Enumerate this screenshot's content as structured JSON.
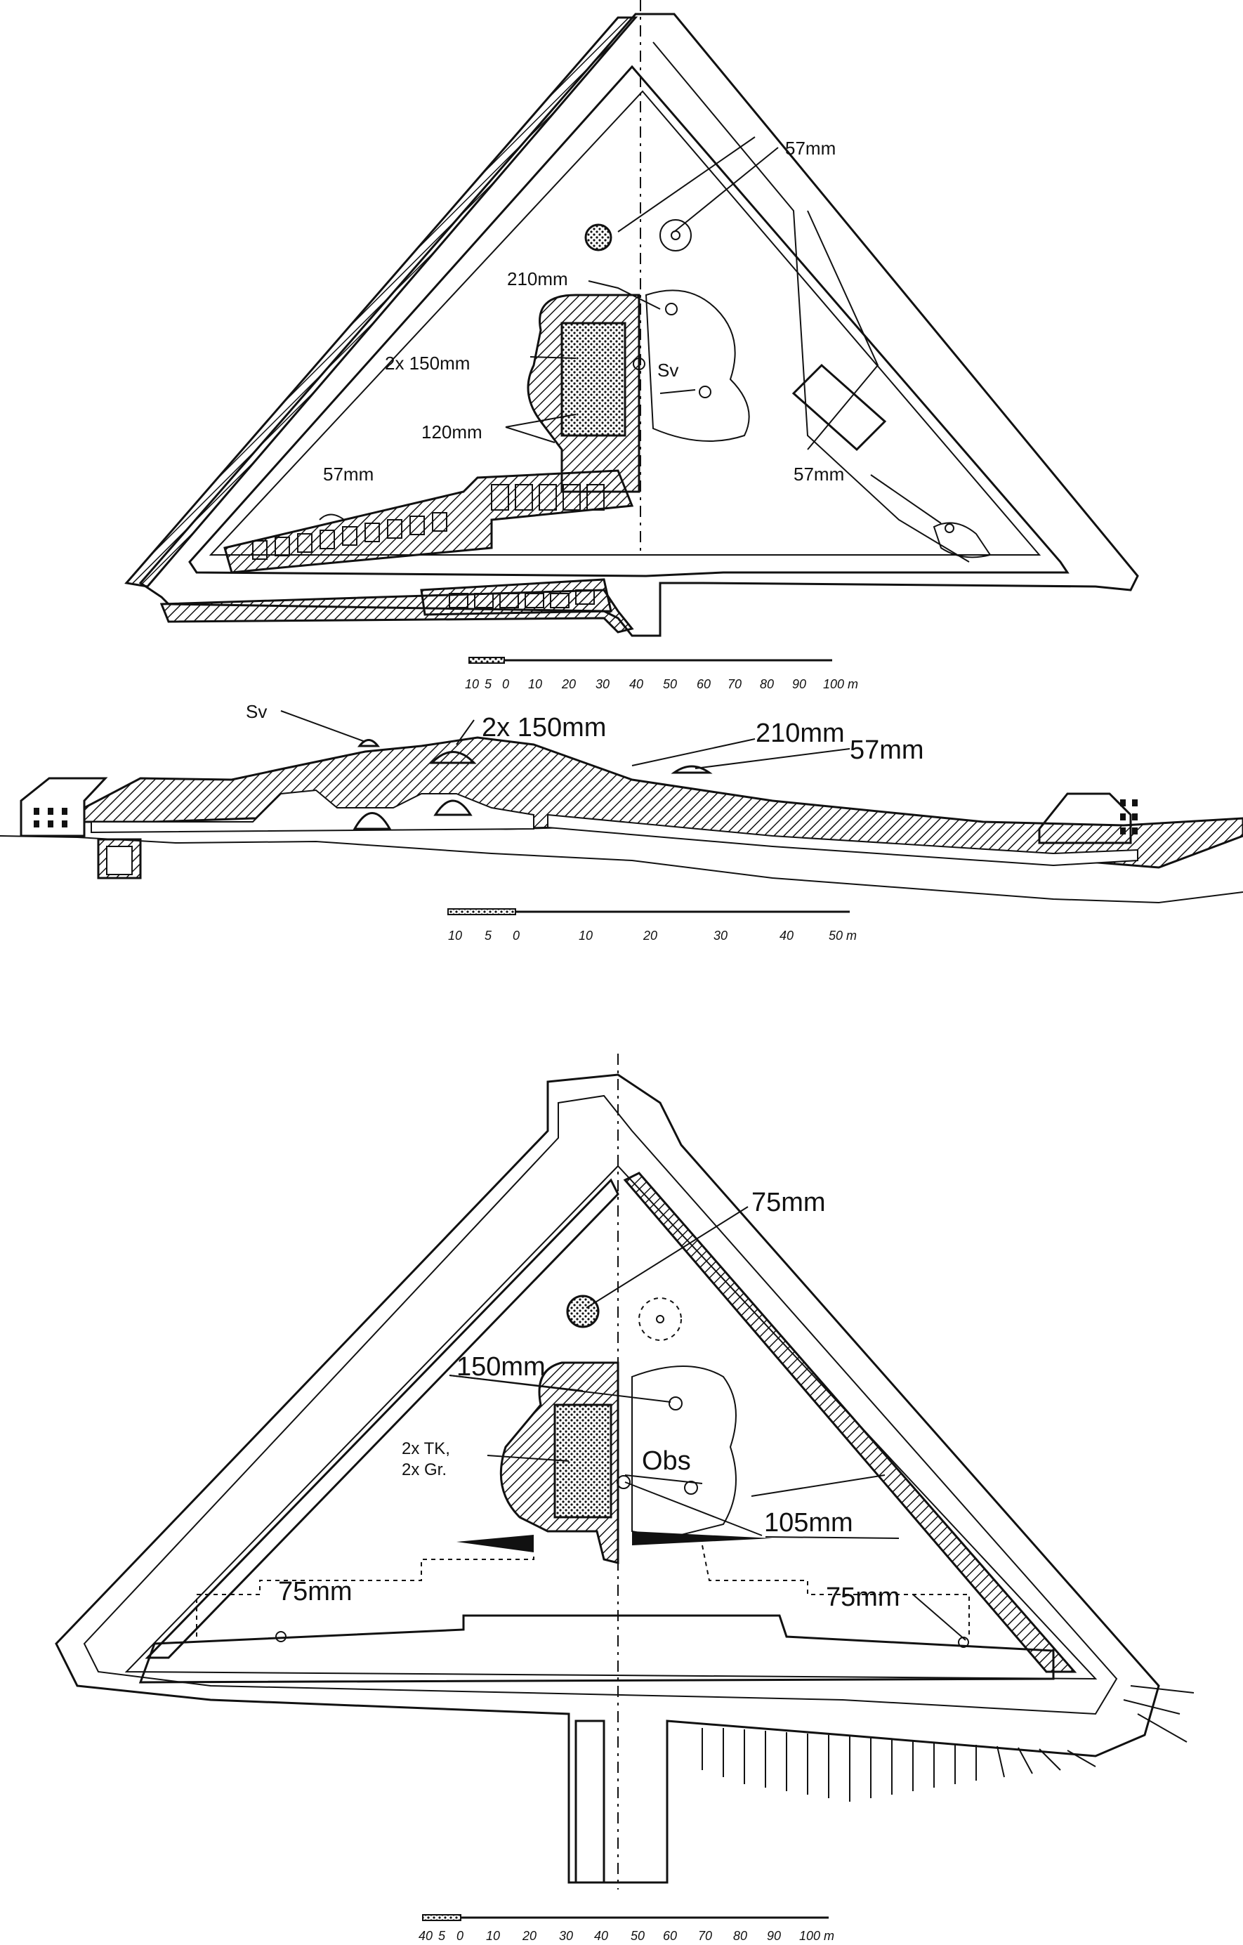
{
  "plan_top": {
    "labels": {
      "gun_57_a": "57mm",
      "gun_210": "210mm",
      "gun_2x150": "2x 150mm",
      "sv": "Sv",
      "gun_120": "120mm",
      "gun_57_b": "57mm",
      "gun_57_c": "57mm"
    },
    "scale_ticks": [
      "10",
      "5",
      "0",
      "10",
      "20",
      "30",
      "40",
      "50",
      "60",
      "70",
      "80",
      "90",
      "100 m"
    ]
  },
  "section": {
    "labels": {
      "sv": "Sv",
      "gun_2x150": "2x 150mm",
      "gun_210": "210mm",
      "gun_57": "57mm"
    },
    "scale_ticks": [
      "10",
      "5",
      "0",
      "10",
      "20",
      "30",
      "40",
      "50 m"
    ]
  },
  "plan_bottom": {
    "labels": {
      "gun_75_top": "75mm",
      "gun_150": "150mm",
      "tk": "2x TK,",
      "gr": "2x Gr.",
      "obs": "Obs",
      "gun_105": "105mm",
      "gun_75_left": "75mm",
      "gun_75_right": "75mm"
    },
    "scale_ticks": [
      "40",
      "5",
      "0",
      "10",
      "20",
      "30",
      "40",
      "50",
      "60",
      "70",
      "80",
      "90",
      "100 m"
    ]
  }
}
